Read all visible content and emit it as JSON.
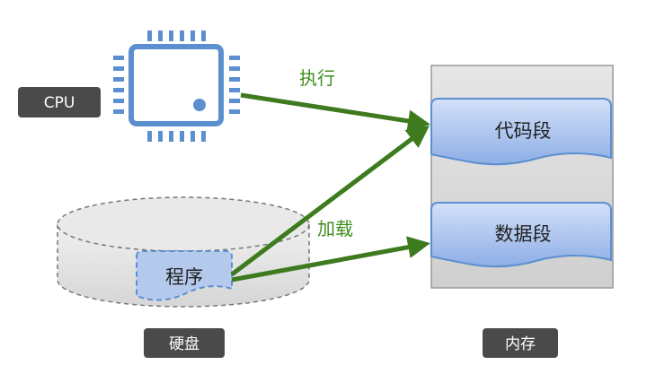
{
  "cpu": {
    "label": "CPU",
    "color": "#5b8fd0"
  },
  "disk": {
    "label": "硬盘",
    "program_label": "程序"
  },
  "memory": {
    "label": "内存",
    "segments": [
      "代码段",
      "数据段"
    ]
  },
  "arrows": {
    "execute_label": "执行",
    "load_label": "加载",
    "color": "#3e7a1e"
  },
  "colors": {
    "pill_bg": "#4a4a4a",
    "segment_fill_top": "#c9d8f5",
    "segment_fill_bottom": "#8fb0e8",
    "memory_bg": "#dcdcdc"
  }
}
